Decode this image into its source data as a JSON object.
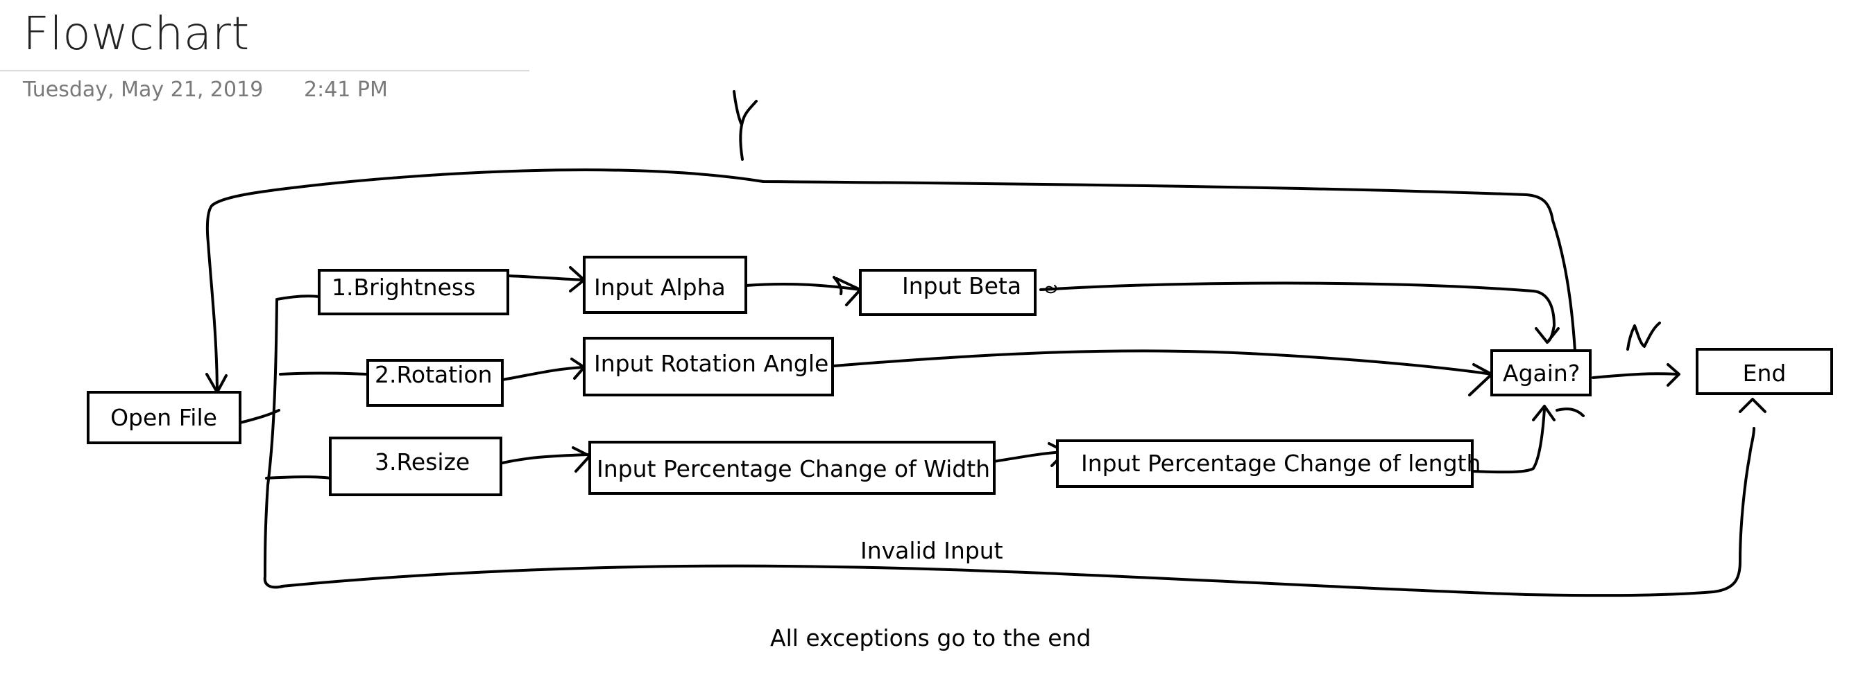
{
  "page": {
    "title": "Flowchart",
    "date": "Tuesday, May 21, 2019",
    "time": "2:41 PM"
  },
  "diagram": {
    "nodes": {
      "open_file": "Open File",
      "brightness": "1.Brightness",
      "rotation": "2.Rotation",
      "resize": "3.Resize",
      "input_alpha": "Input Alpha",
      "input_beta": "Input Beta",
      "input_rotation_angle": "Input Rotation Angle",
      "input_width": "Input Percentage Change of Width",
      "input_length": "Input Percentage Change of length",
      "again": "Again?",
      "end": "End"
    },
    "edge_labels": {
      "yes": "Y",
      "no": "N",
      "invalid_input": "Invalid Input"
    },
    "note": "All exceptions go to the end"
  }
}
